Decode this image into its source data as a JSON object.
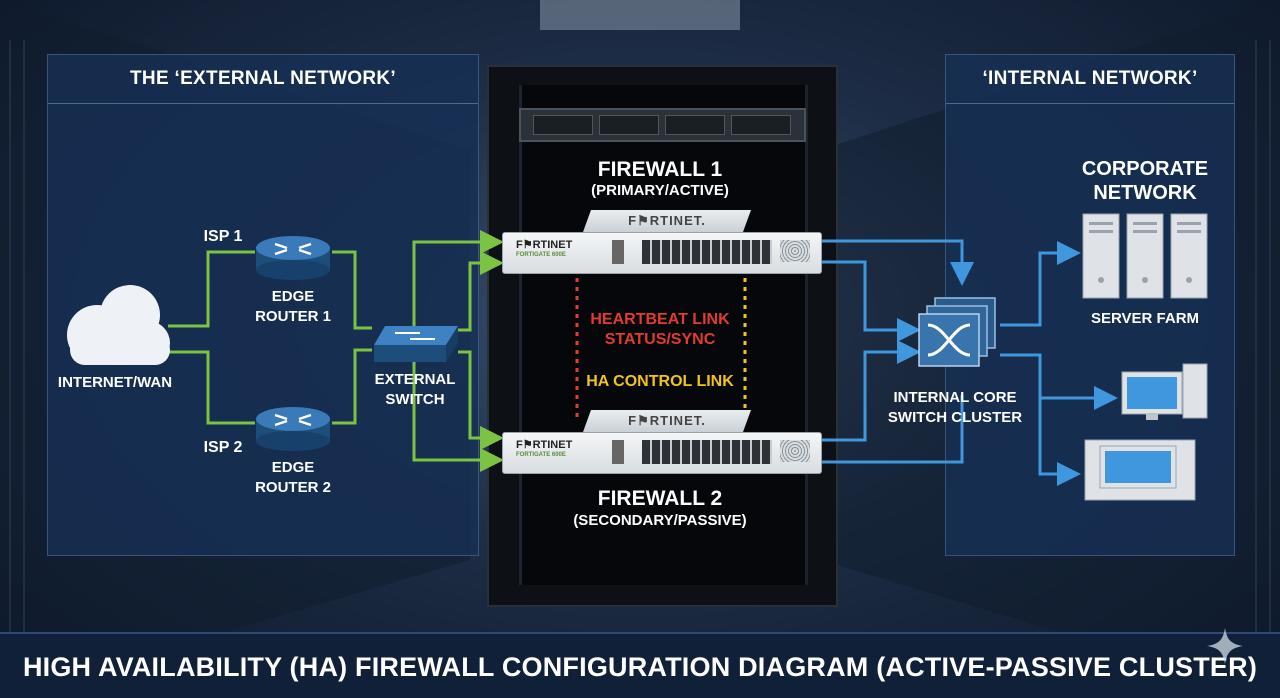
{
  "panels": {
    "external": "THE ‘EXTERNAL NETWORK’",
    "internal": "‘INTERNAL NETWORK’"
  },
  "left": {
    "internet": "INTERNET/WAN",
    "isp1": "ISP 1",
    "isp2": "ISP 2",
    "router1": [
      "EDGE",
      "ROUTER 1"
    ],
    "router2": [
      "EDGE",
      "ROUTER 2"
    ],
    "ext_switch": [
      "EXTERNAL",
      "SWITCH"
    ]
  },
  "center": {
    "fw1_title": "FIREWALL 1",
    "fw1_role": "(PRIMARY/ACTIVE)",
    "fw2_title": "FIREWALL 2",
    "fw2_role": "(SECONDARY/PASSIVE)",
    "heartbeat": [
      "HEARTBEAT LINK",
      "STATUS/SYNC"
    ],
    "ha_control": "HA CONTROL LINK",
    "brand": "F⚑RTINET",
    "brand_top": "F⚑RTINET.",
    "model": "FORTIGATE 600E"
  },
  "right": {
    "corporate": [
      "CORPORATE",
      "NETWORK"
    ],
    "server_farm": "SERVER FARM",
    "core_switch": [
      "INTERNAL CORE",
      "SWITCH CLUSTER"
    ]
  },
  "footer": "HIGH AVAILABILITY (HA) FIREWALL CONFIGURATION DIAGRAM (ACTIVE-PASSIVE CLUSTER)",
  "colors": {
    "external_links": "#7cc243",
    "internal_links": "#3f97dd",
    "heartbeat": "#e23b2f",
    "ha_control": "#f2c417"
  }
}
